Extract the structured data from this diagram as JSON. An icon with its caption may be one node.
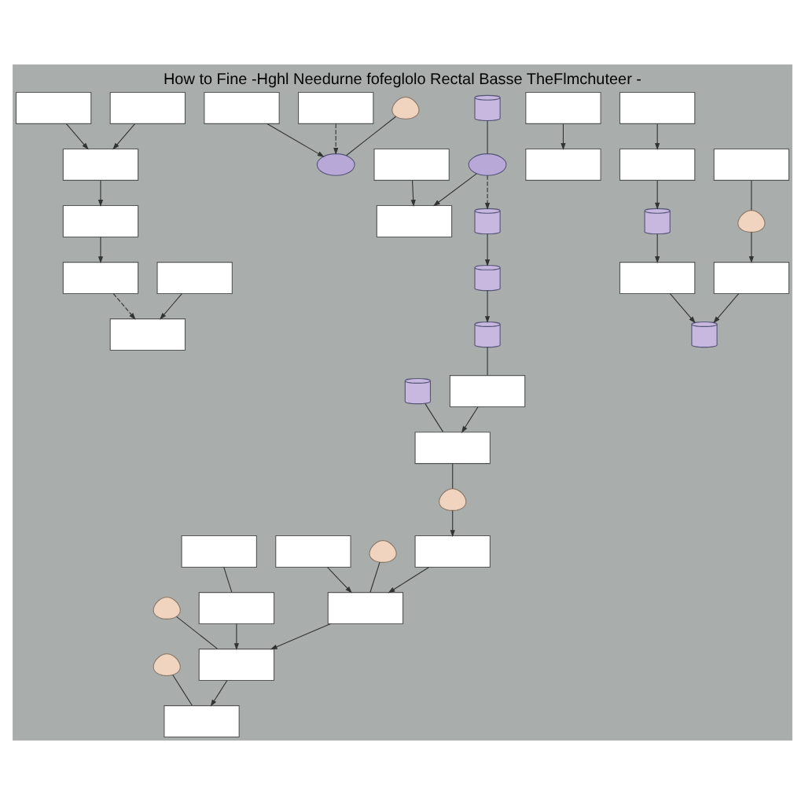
{
  "diagram": {
    "title": "How to Fine -Hghl Needurne fofeglolo Rectal Basse TheFlmchuteer -",
    "nodes": [
      {
        "text": [],
        "shape": "box"
      },
      {
        "text": [],
        "shape": "box"
      },
      {
        "text": [],
        "shape": "box"
      },
      {
        "text": [],
        "shape": "box"
      },
      {
        "text": [],
        "shape": "box"
      },
      {
        "text": [],
        "shape": "picture"
      },
      {
        "text": [],
        "shape": "box"
      },
      {
        "text": [],
        "shape": "box"
      },
      {
        "text": [],
        "shape": "circle"
      },
      {
        "text": [],
        "shape": "circle"
      },
      {
        "text": [],
        "shape": "cylinder"
      },
      {
        "text": [],
        "shape": "box"
      },
      {
        "text": [],
        "shape": "box"
      },
      {
        "text": [],
        "shape": "cylinder"
      },
      {
        "text": [],
        "shape": "cylinder"
      },
      {
        "text": [],
        "shape": "box"
      },
      {
        "text": [],
        "shape": "cylinder"
      },
      {
        "text": [],
        "shape": "cylinder"
      },
      {
        "text": [],
        "shape": "box"
      },
      {
        "text": [],
        "shape": "box"
      },
      {
        "text": [],
        "shape": "box"
      },
      {
        "text": [],
        "shape": "box"
      },
      {
        "text": [],
        "shape": "picture"
      },
      {
        "text": [],
        "shape": "box"
      },
      {
        "text": [],
        "shape": "box"
      },
      {
        "text": [],
        "shape": "box"
      },
      {
        "text": [],
        "shape": "box"
      },
      {
        "text": [],
        "shape": "picture"
      },
      {
        "text": [],
        "shape": "box"
      },
      {
        "text": [],
        "shape": "box"
      },
      {
        "text": [],
        "shape": "box"
      },
      {
        "text": [],
        "shape": "picture"
      },
      {
        "text": [],
        "shape": "box"
      },
      {
        "text": [],
        "shape": "cylinder"
      },
      {
        "text": [],
        "shape": "cylinder"
      },
      {
        "text": [],
        "shape": "picture"
      },
      {
        "text": [],
        "shape": "box"
      },
      {
        "text": [],
        "shape": "box"
      },
      {
        "text": [],
        "shape": "box"
      },
      {
        "text": [],
        "shape": "picture"
      },
      {
        "text": [],
        "shape": "box"
      },
      {
        "text": [],
        "shape": "box"
      }
    ],
    "edges": [
      {
        "from": 0,
        "to": 2,
        "arrow": "to"
      },
      {
        "from": 3,
        "to": 2,
        "arrow": "to"
      },
      {
        "from": 2,
        "to": 11,
        "arrow": "to"
      },
      {
        "from": 11,
        "to": 15,
        "arrow": "to"
      },
      {
        "from": 15,
        "to": 24,
        "arrow": "to",
        "style": "dashed"
      },
      {
        "from": 1,
        "to": 8,
        "arrow": "to"
      },
      {
        "from": 4,
        "to": 8,
        "arrow": "to",
        "style": "dashed"
      },
      {
        "from": 5,
        "to": 8,
        "arrow": "none"
      },
      {
        "from": 7,
        "to": 6,
        "arrow": "to"
      },
      {
        "from": 9,
        "to": 6,
        "arrow": "to"
      },
      {
        "from": 10,
        "to": 9,
        "arrow": "none"
      },
      {
        "from": 9,
        "to": 13,
        "arrow": "to",
        "style": "dashed"
      },
      {
        "from": 13,
        "to": 14,
        "arrow": "to"
      },
      {
        "from": 14,
        "to": 17,
        "arrow": "to"
      },
      {
        "from": 16,
        "to": 18,
        "arrow": "none"
      },
      {
        "from": 12,
        "to": 19,
        "arrow": "to"
      },
      {
        "from": 17,
        "to": 20,
        "arrow": "none"
      },
      {
        "from": 20,
        "to": 18,
        "arrow": "to"
      },
      {
        "from": 18,
        "to": 22,
        "arrow": "none"
      },
      {
        "from": 22,
        "to": 25,
        "arrow": "to"
      },
      {
        "from": 21,
        "to": 24,
        "arrow": "to"
      },
      {
        "from": 23,
        "to": 29,
        "arrow": "to"
      },
      {
        "from": 27,
        "to": 28,
        "arrow": "to"
      },
      {
        "from": 25,
        "to": 32,
        "arrow": "to"
      },
      {
        "from": 28,
        "to": 33,
        "arrow": "to"
      },
      {
        "from": 29,
        "to": 34,
        "arrow": "to"
      },
      {
        "from": 34,
        "to": 38,
        "arrow": "to"
      },
      {
        "from": 38,
        "to": 33,
        "arrow": "to"
      },
      {
        "from": 31,
        "to": 32,
        "arrow": "none"
      },
      {
        "from": 30,
        "to": 32,
        "arrow": "to"
      },
      {
        "from": 32,
        "to": 36,
        "arrow": "to"
      },
      {
        "from": 37,
        "to": 36,
        "arrow": "to"
      },
      {
        "from": 35,
        "to": 36,
        "arrow": "none"
      },
      {
        "from": 36,
        "to": 40,
        "arrow": "to"
      },
      {
        "from": 39,
        "to": 40,
        "arrow": "none"
      },
      {
        "from": 41,
        "to": 37,
        "arrow": "none"
      },
      {
        "from": 26,
        "to": 27,
        "arrow": "none"
      }
    ]
  }
}
